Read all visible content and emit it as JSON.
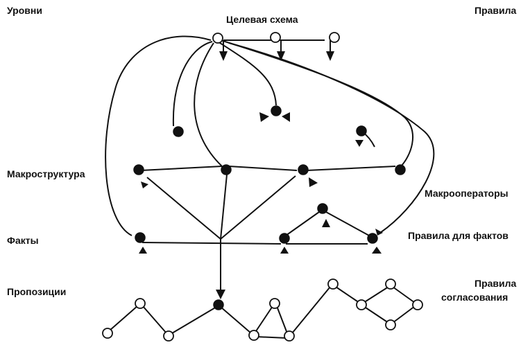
{
  "labels": {
    "levels_header": "Уровни",
    "rules_header": "Правила",
    "goal_schema": "Целевая схема",
    "macrostructure": "Макроструктура",
    "macrooperators": "Макрооператоры",
    "facts": "Факты",
    "fact_rules": "Правила для фактов",
    "propositions": "Пропозиции",
    "agreement_rules_line1": "Правила",
    "agreement_rules_line2": "согласования"
  }
}
